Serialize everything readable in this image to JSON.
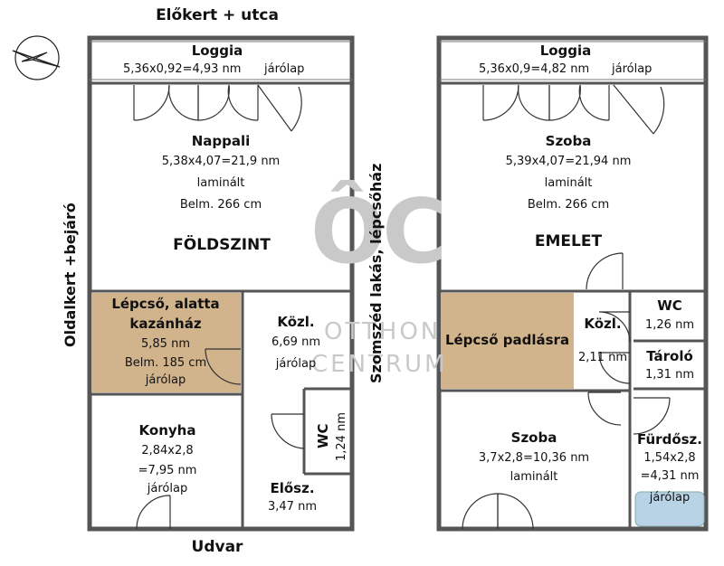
{
  "labels": {
    "top_street": "Előkert + utca",
    "bottom_yard": "Udvar",
    "left_side": "Oldalkert +bejáró",
    "middle_side": "Szomszéd lakás, lépcsőház"
  },
  "watermark": {
    "logo": "ÔC",
    "line1": "OTTHON",
    "line2": "CENTRUM"
  },
  "ground_floor": {
    "floor_name": "FÖLDSZINT",
    "loggia": {
      "name": "Loggia",
      "size": "5,36x0,92=4,93 nm",
      "floor": "járólap"
    },
    "living": {
      "name": "Nappali",
      "size": "5,38x4,07=21,9 nm",
      "floor": "laminált",
      "height": "Belm. 266 cm"
    },
    "stairs": {
      "name1": "Lépcső, alatta",
      "name2": "kazánház",
      "size": "5,85 nm",
      "height": "Belm. 185 cm",
      "floor": "járólap"
    },
    "hall": {
      "name": "Közl.",
      "size": "6,69 nm",
      "floor": "járólap"
    },
    "wc": {
      "name": "WC",
      "size": "1,24 nm"
    },
    "kitchen": {
      "name": "Konyha",
      "size1": "2,84x2,8",
      "size2": "=7,95 nm",
      "floor": "járólap"
    },
    "entry": {
      "name": "Elősz.",
      "size": "3,47 nm"
    }
  },
  "upper_floor": {
    "floor_name": "EMELET",
    "loggia": {
      "name": "Loggia",
      "size": "5,36x0,9=4,82 nm",
      "floor": "járólap"
    },
    "room1": {
      "name": "Szoba",
      "size": "5,39x4,07=21,94 nm",
      "floor": "laminált",
      "height": "Belm. 266 cm"
    },
    "attic_stairs": {
      "name": "Lépcső padlásra"
    },
    "hall": {
      "name": "Közl.",
      "size": "2,11 nm"
    },
    "wc": {
      "name": "WC",
      "size": "1,26 nm"
    },
    "storage": {
      "name": "Tároló",
      "size": "1,31 nm"
    },
    "room2": {
      "name": "Szoba",
      "size": "3,7x2,8=10,36 nm",
      "floor": "laminált"
    },
    "bathroom": {
      "name": "Fürdősz.",
      "size1": "1,54x2,8",
      "size2": "=4,31 nm",
      "floor": "járólap"
    }
  },
  "colors": {
    "stairs_fill": "#d2b48c",
    "wall": "#555555",
    "bath_fill": "#b9d3e6"
  },
  "icons": {
    "compass": "compass-arrow-icon"
  }
}
